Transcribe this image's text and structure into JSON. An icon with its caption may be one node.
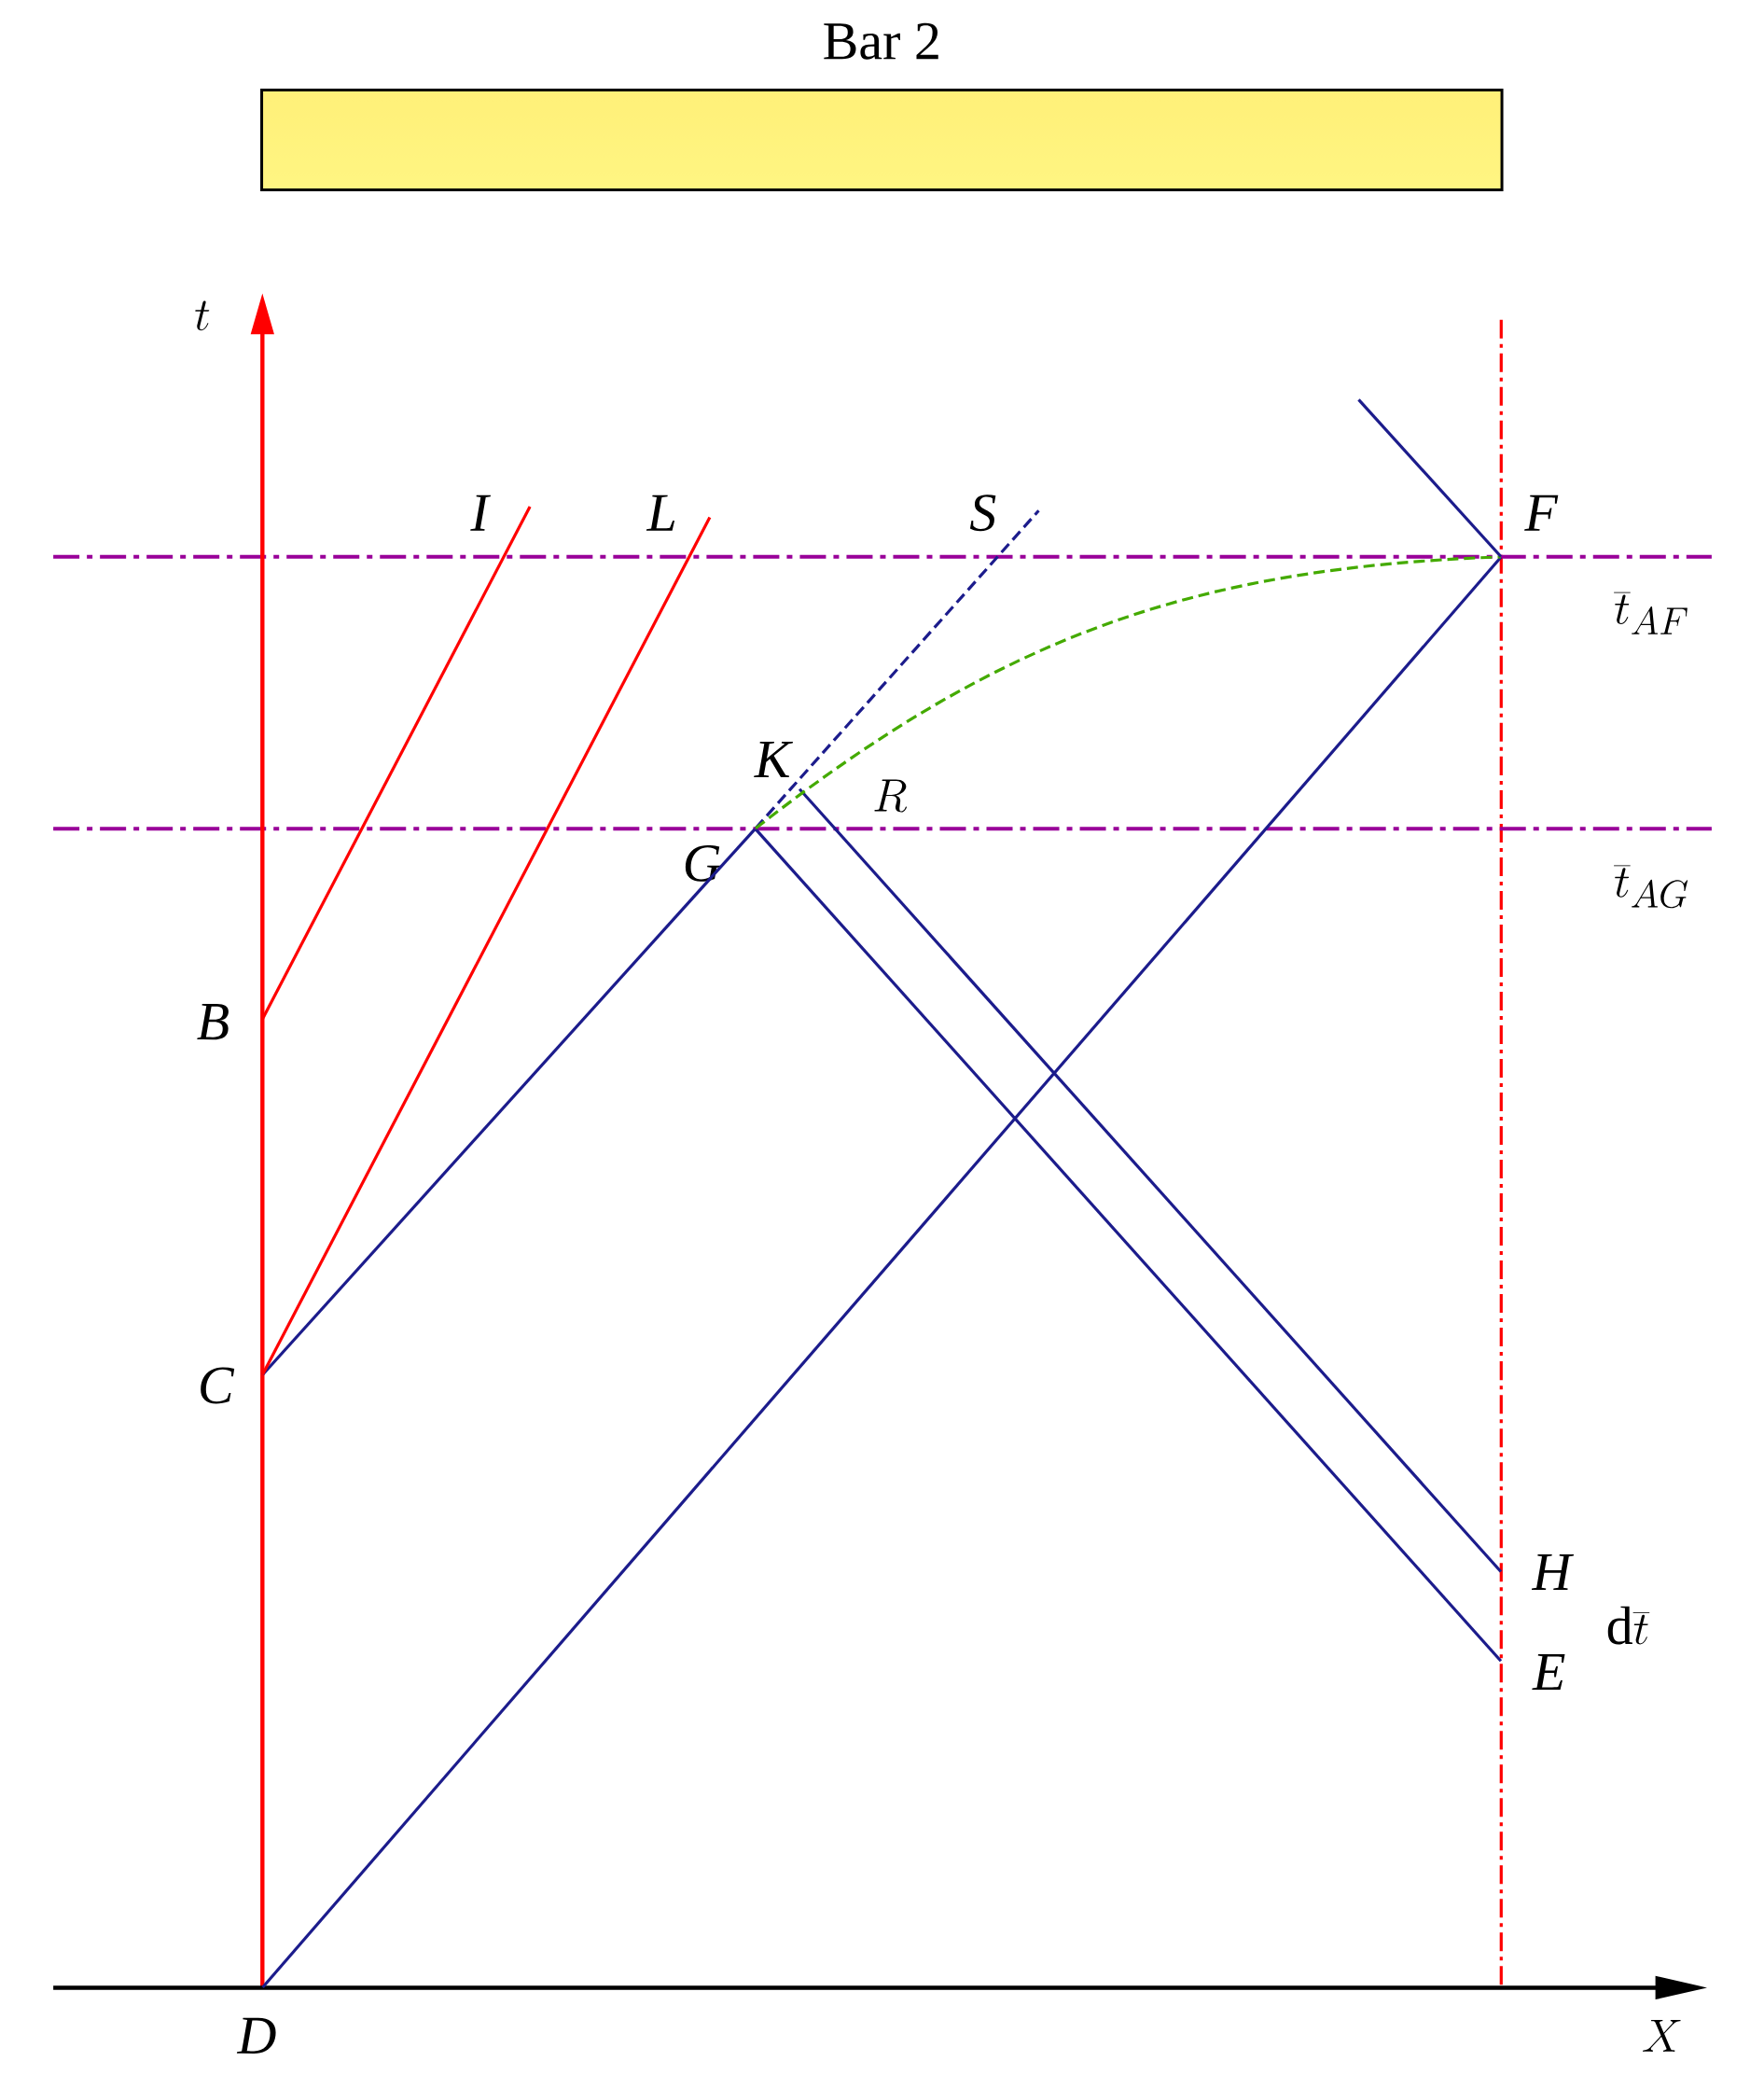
{
  "diagram": {
    "nodes": [
      {
        "text": [
          "Bar 2"
        ]
      },
      {
        "text": [
          "D"
        ]
      },
      {
        "text": [
          "C"
        ]
      },
      {
        "text": [
          "B"
        ]
      },
      {
        "text": [
          "G"
        ]
      },
      {
        "text": [
          "K"
        ]
      },
      {
        "text": [
          "F"
        ]
      },
      {
        "text": [
          "H"
        ]
      },
      {
        "text": [
          "E"
        ]
      },
      {
        "text": [
          "I"
        ]
      },
      {
        "text": [
          "L"
        ]
      },
      {
        "text": [
          "S"
        ]
      }
    ],
    "edges": [
      {
        "from": 1,
        "to": 6,
        "arrow": "none"
      },
      {
        "from": 2,
        "to": 4,
        "arrow": "none"
      },
      {
        "from": 4,
        "to": 8,
        "arrow": "none"
      },
      {
        "from": 5,
        "to": 7,
        "arrow": "none"
      },
      {
        "from": 2,
        "to": 10,
        "arrow": "none",
        "color": "#ff0000"
      },
      {
        "from": 3,
        "to": 9,
        "arrow": "none",
        "color": "#ff0000"
      },
      {
        "from": 4,
        "to": 11,
        "arrow": "none",
        "style": "dashed"
      },
      {
        "from": 4,
        "to": 6,
        "arrow": "none",
        "style": "dashed",
        "color": "#44aa00"
      },
      {
        "from": 6,
        "to": null,
        "arrow": "none"
      }
    ],
    "labels": [
      "t",
      "X",
      "R",
      "\\overline{t}_{AF}",
      "\\overline{t}_{AG}",
      "\\mathrm{d}\\overline{t}"
    ]
  }
}
